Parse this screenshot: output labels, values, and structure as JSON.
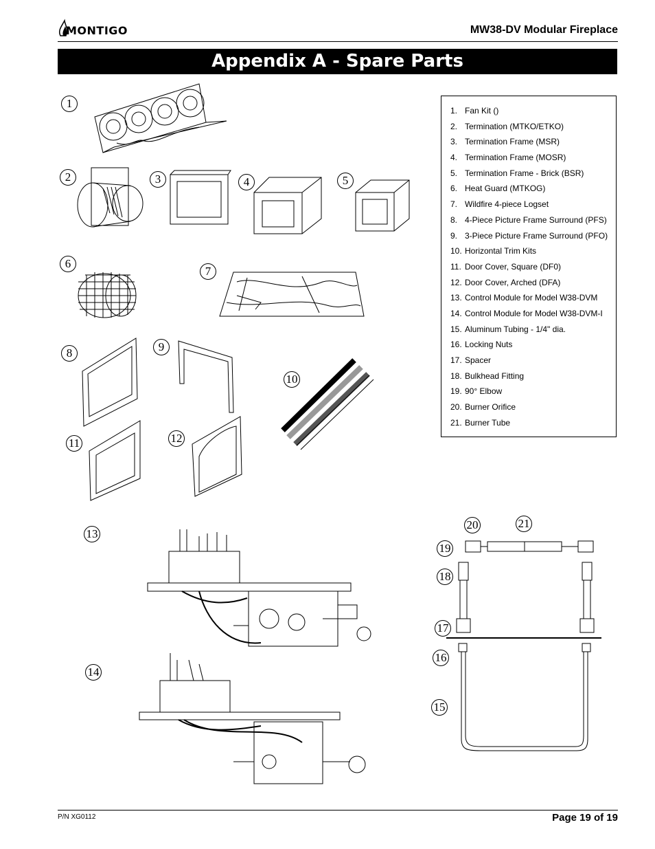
{
  "header": {
    "logo_text": "MONTIGO",
    "title": "MW38-DV  Modular Fireplace"
  },
  "banner": "Appendix A - Spare Parts",
  "parts": [
    {
      "num": "1.",
      "label": "Fan Kit ()"
    },
    {
      "num": "2.",
      "label": "Termination (MTKO/ETKO)"
    },
    {
      "num": "3.",
      "label": "Termination Frame (MSR)"
    },
    {
      "num": "4.",
      "label": "Termination Frame (MOSR)"
    },
    {
      "num": "5.",
      "label": "Termination Frame - Brick (BSR)"
    },
    {
      "num": "6.",
      "label": "Heat Guard (MTKOG)"
    },
    {
      "num": "7.",
      "label": "Wildfire 4-piece Logset"
    },
    {
      "num": "8.",
      "label": "4-Piece Picture Frame Surround (PFS)"
    },
    {
      "num": "9.",
      "label": "3-Piece Picture Frame Surround (PFO)"
    },
    {
      "num": "10.",
      "label": "Horizontal Trim Kits"
    },
    {
      "num": "11.",
      "label": "Door Cover, Square (DF0)"
    },
    {
      "num": "12.",
      "label": "Door Cover, Arched (DFA)"
    },
    {
      "num": "13.",
      "label": "Control Module for Model W38-DVM"
    },
    {
      "num": "14.",
      "label": "Control Module for Model W38-DVM-I"
    },
    {
      "num": "15.",
      "label": "Aluminum Tubing - 1/4\" dia."
    },
    {
      "num": "16.",
      "label": "Locking Nuts"
    },
    {
      "num": "17.",
      "label": "Spacer"
    },
    {
      "num": "18.",
      "label": "Bulkhead Fitting"
    },
    {
      "num": "19.",
      "label": "90° Elbow"
    },
    {
      "num": "20.",
      "label": "Burner Orifice"
    },
    {
      "num": "21.",
      "label": "Burner Tube"
    }
  ],
  "callouts": {
    "c1": "1",
    "c2": "2",
    "c3": "3",
    "c4": "4",
    "c5": "5",
    "c6": "6",
    "c7": "7",
    "c8": "8",
    "c9": "9",
    "c10": "10",
    "c11": "11",
    "c12": "12",
    "c13": "13",
    "c14": "14",
    "c15": "15",
    "c16": "16",
    "c17": "17",
    "c18": "18",
    "c19": "19",
    "c20": "20",
    "c21": "21"
  },
  "footer": {
    "part_number": "P/N XG0112",
    "page": "Page 19 of 19"
  }
}
